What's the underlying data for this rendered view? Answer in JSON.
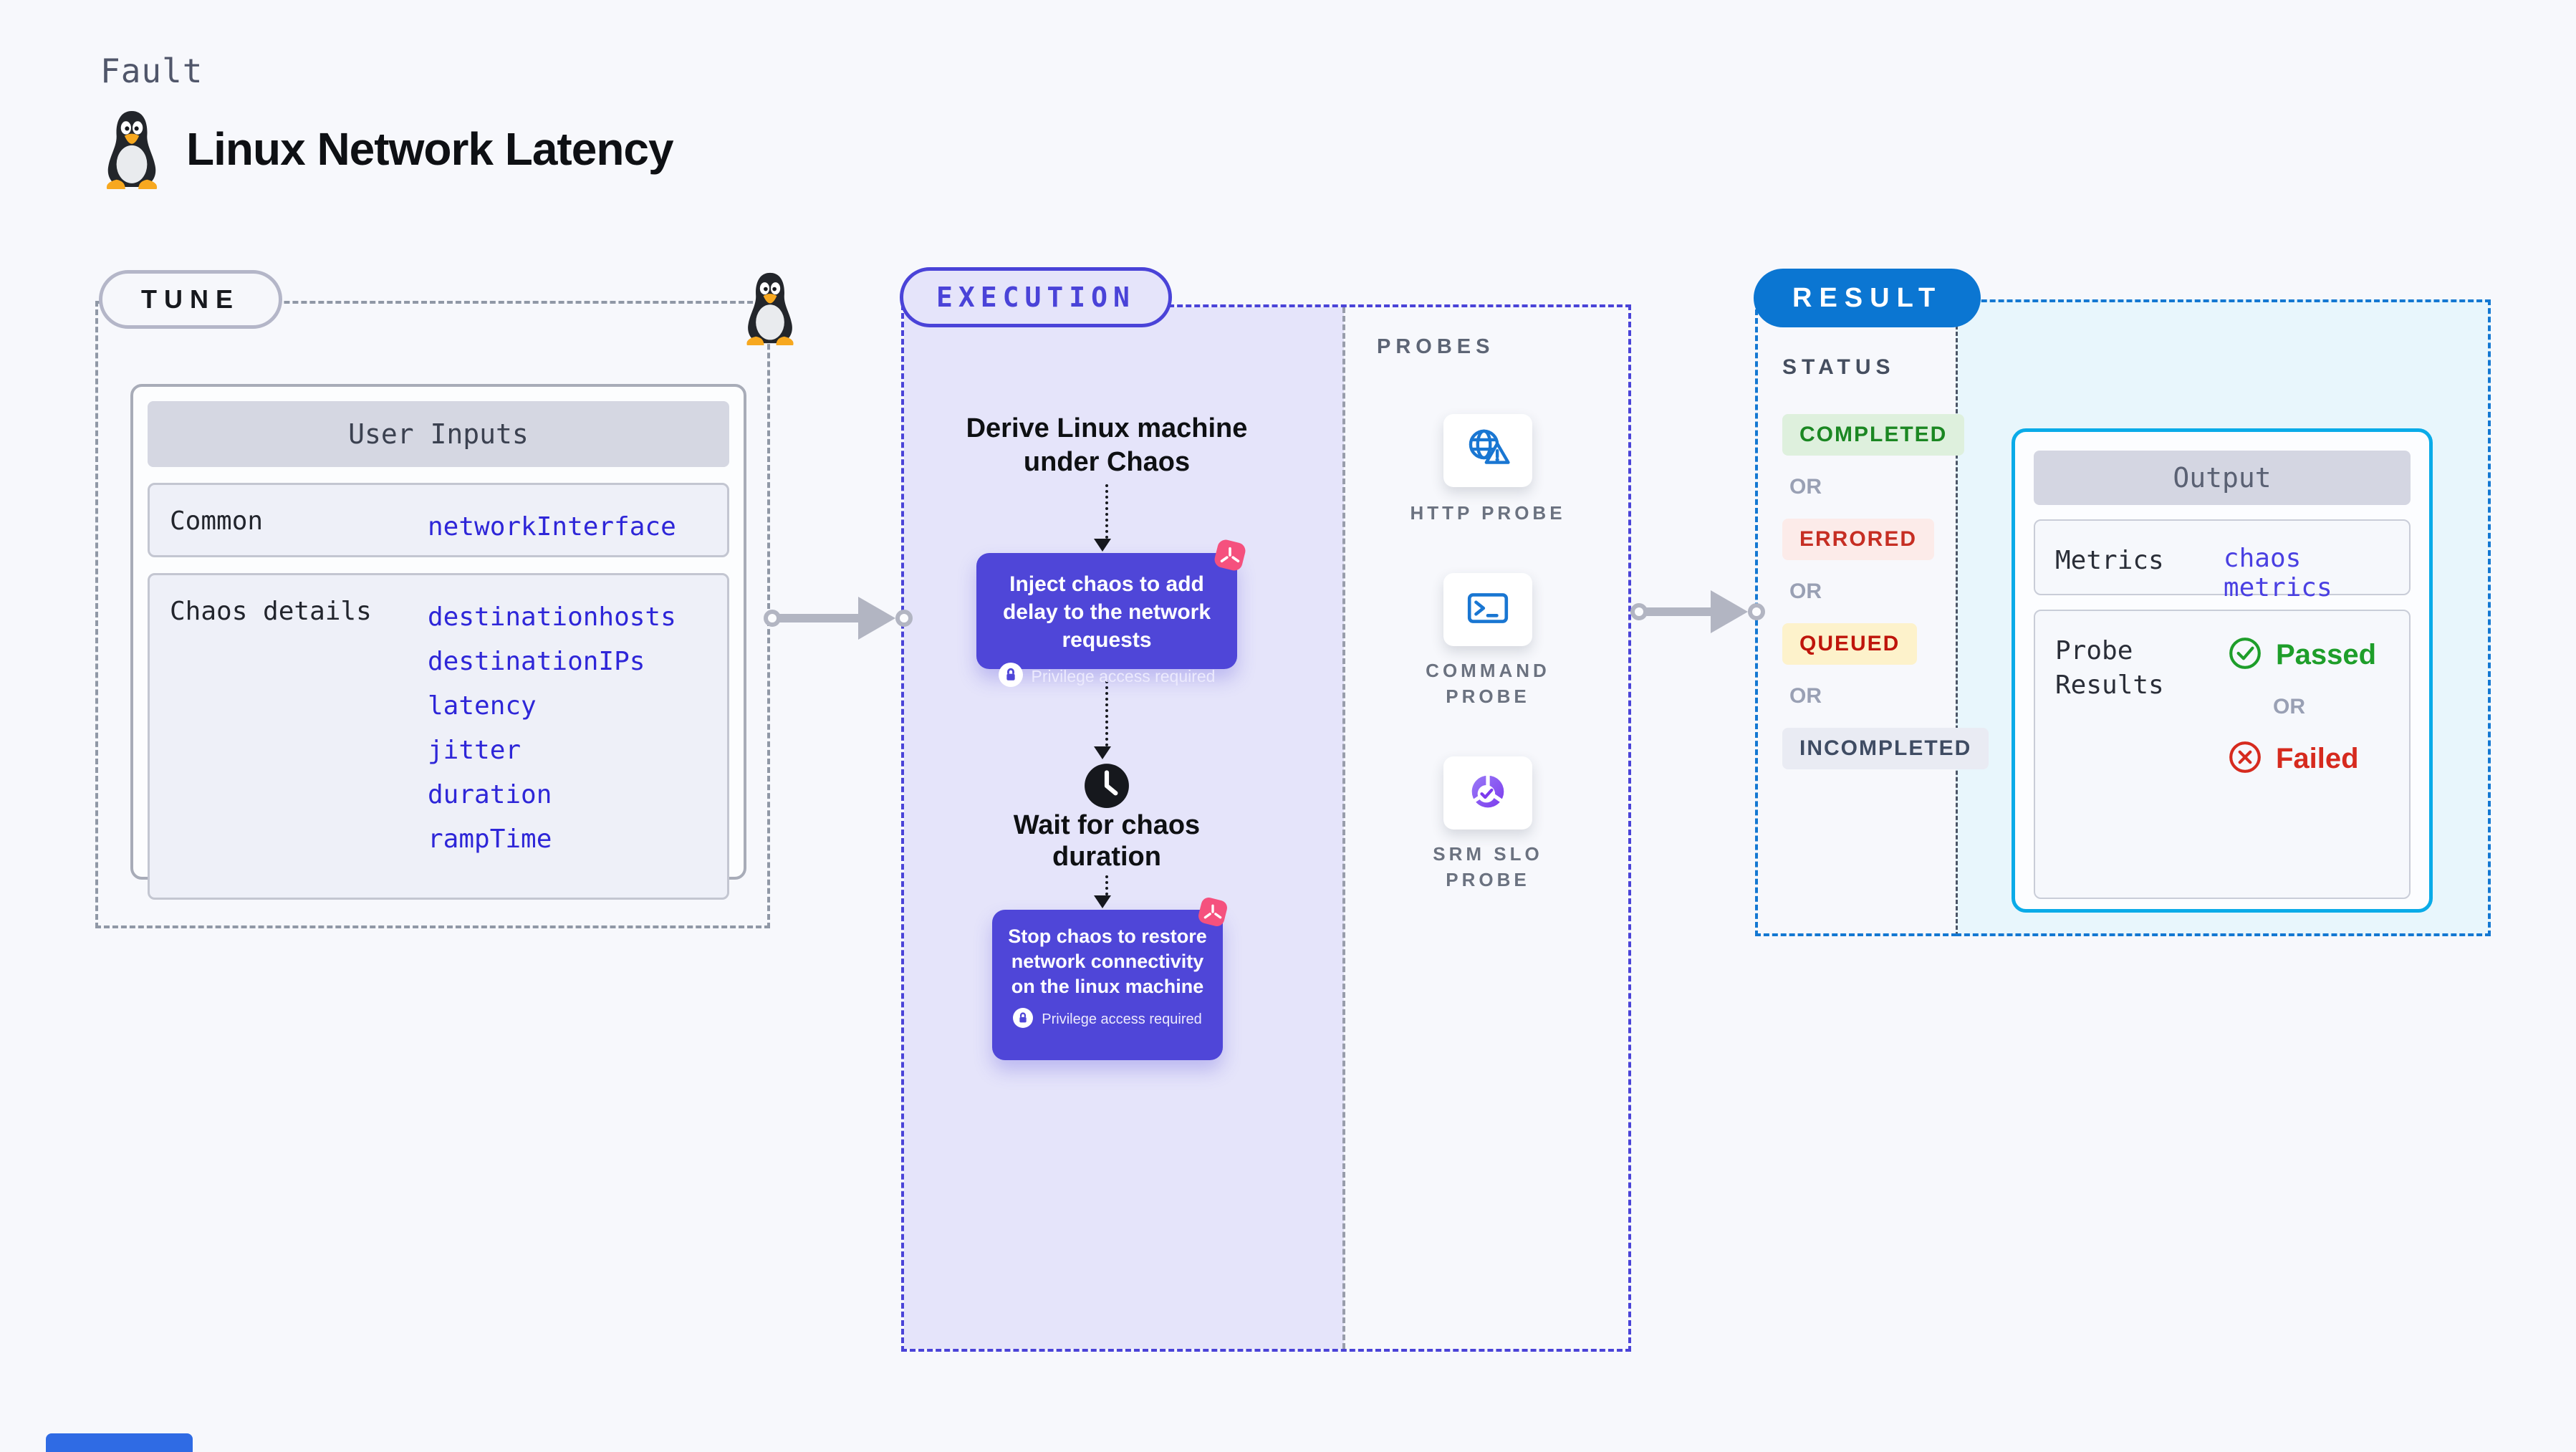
{
  "page": {
    "kind_label": "Fault",
    "title": "Linux Network Latency"
  },
  "colors": {
    "page_bg": "#f7f8fc",
    "indigo_accent": "#4a43d8",
    "lavender_panel": "#e5e4fa",
    "chaos_step_purple": "#4f46d8",
    "litmus_pink": "#f5517e",
    "result_blue": "#0b76d2",
    "result_dash_blue": "#1478d2",
    "output_border_cyan": "#0aabe8",
    "output_panel_bg": "#e8f6fc",
    "code_value_blue": "#2e26d8",
    "passed_green": "#1e9e2a",
    "failed_red": "#d62a1e",
    "probe_icon_blue": "#1976d2"
  },
  "tune": {
    "badge": "TUNE",
    "user_inputs": {
      "header": "User Inputs",
      "rows": [
        {
          "label": "Common",
          "values": [
            "networkInterface"
          ]
        },
        {
          "label": "Chaos details",
          "values": [
            "destinationhosts",
            "destinationIPs",
            "latency",
            "jitter",
            "duration",
            "rampTime"
          ]
        }
      ]
    }
  },
  "execution": {
    "badge": "EXECUTION",
    "steps": {
      "derive": "Derive Linux machine under Chaos",
      "inject": "Inject chaos to add delay to the network requests",
      "privilege": "Privilege access required",
      "wait": "Wait for chaos duration",
      "stop": "Stop chaos to restore network connectivity on the linux machine"
    },
    "probes": {
      "heading": "PROBES",
      "items": [
        {
          "label": "HTTP PROBE",
          "icon": "globe-alert-icon"
        },
        {
          "label": "COMMAND PROBE",
          "icon": "terminal-icon"
        },
        {
          "label": "SRM SLO PROBE",
          "icon": "slo-pie-check-icon"
        }
      ]
    }
  },
  "result": {
    "badge": "RESULT",
    "status": {
      "heading": "STATUS",
      "separator": "OR",
      "items": [
        "COMPLETED",
        "ERRORED",
        "QUEUED",
        "INCOMPLETED"
      ]
    },
    "output": {
      "header": "Output",
      "metrics_label": "Metrics",
      "metrics_value": "chaos metrics",
      "probe_results_label": "Probe Results",
      "passed": "Passed",
      "or": "OR",
      "failed": "Failed"
    }
  }
}
